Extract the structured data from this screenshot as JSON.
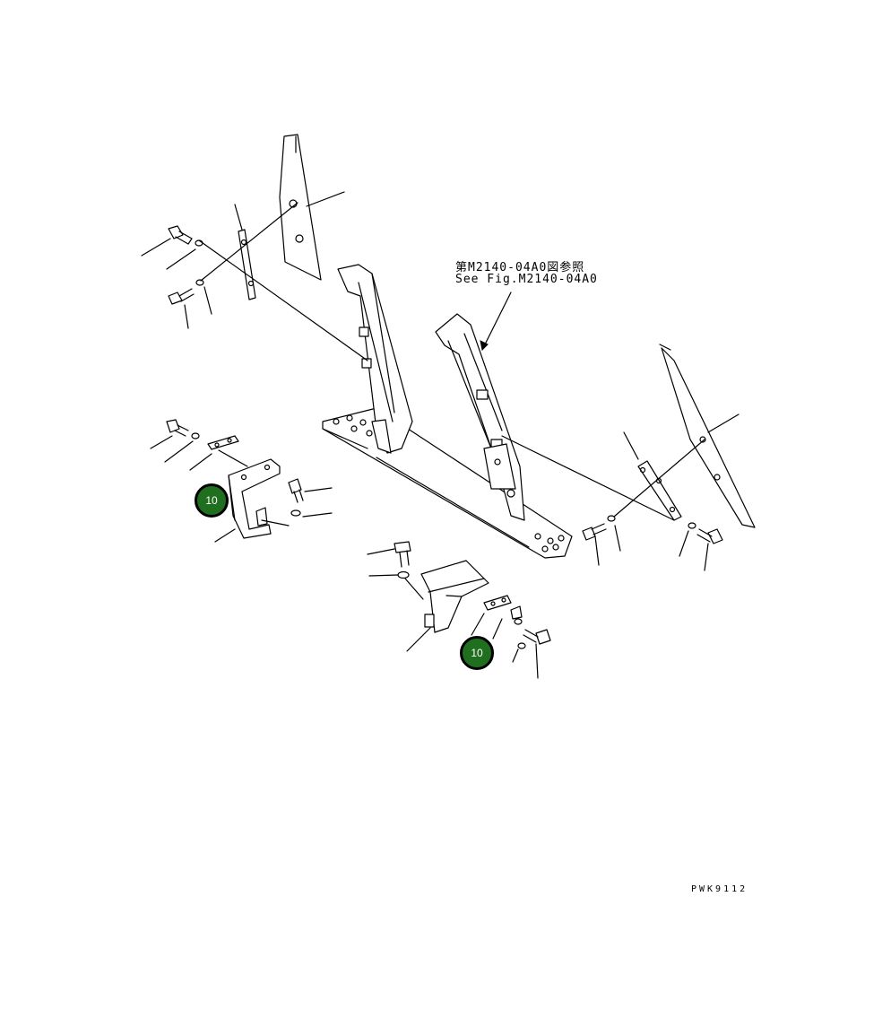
{
  "reference_note": {
    "line_jp": "第M2140-04A0図参照",
    "line_en": "See Fig.M2140-04A0"
  },
  "callouts": [
    {
      "label": "10"
    },
    {
      "label": "10"
    }
  ],
  "drawing_id": "PWK9112"
}
